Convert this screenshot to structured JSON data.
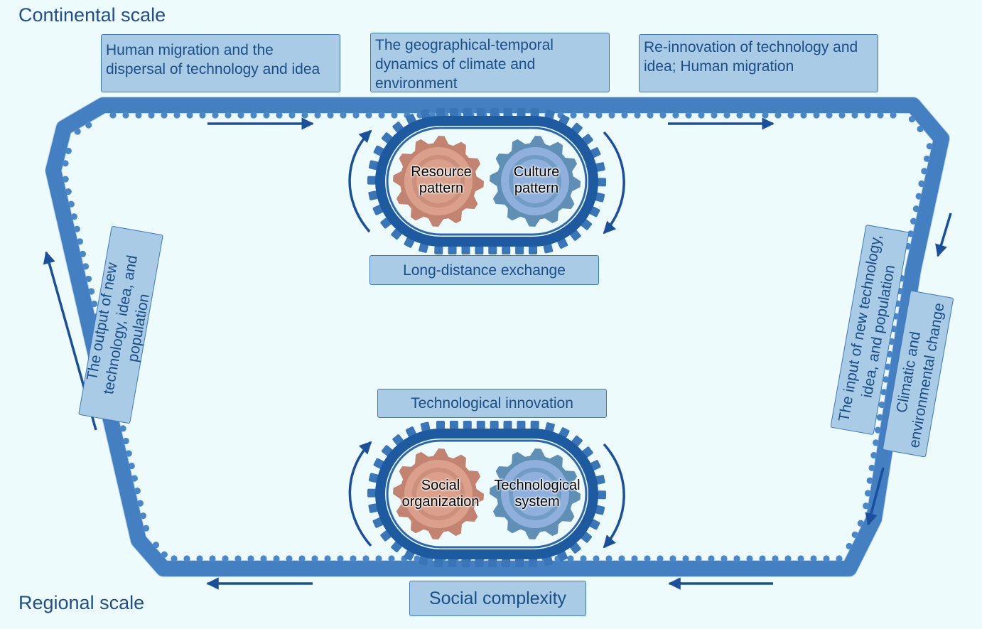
{
  "scales": {
    "continental": "Continental scale",
    "regional": "Regional scale"
  },
  "top_boxes": [
    {
      "text": "Human migration and the dispersal of technology and idea"
    },
    {
      "text": "The geographical-temporal dynamics of climate and environment"
    },
    {
      "text": "Re-innovation of technology and idea; Human migration"
    }
  ],
  "upper_loop": {
    "gears": [
      {
        "label": "Resource pattern",
        "color": "#dba08b"
      },
      {
        "label": "Culture pattern",
        "color": "#8fb0dd"
      }
    ],
    "box": "Long-distance exchange"
  },
  "lower_loop": {
    "gears": [
      {
        "label": "Social organization",
        "color": "#dba08b"
      },
      {
        "label": "Technological system",
        "color": "#8fb0dd"
      }
    ],
    "box": "Technological innovation"
  },
  "left_box": "The output of new technology, idea, and population",
  "right_box_1": "The input of new technology, idea, and population",
  "right_box_2": "Climatic and environmental change",
  "bottom_box": "Social complexity",
  "colors": {
    "background": "#eefbfd",
    "belt": "#4a86c8",
    "belt_dark": "#1d5aa0",
    "box_fill": "#a9cbe6",
    "arrow": "#1a4f9c",
    "text": "#1b4e86"
  }
}
